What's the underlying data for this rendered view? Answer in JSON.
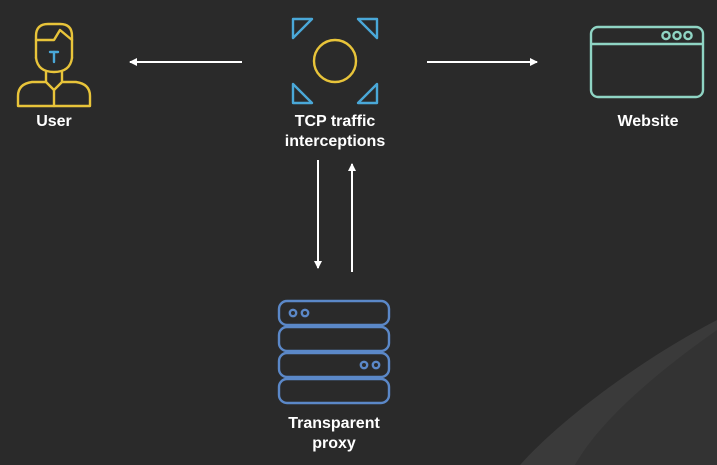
{
  "nodes": {
    "user": {
      "label": "User"
    },
    "tcp": {
      "label_line1": "TCP traffic",
      "label_line2": "interceptions"
    },
    "website": {
      "label": "Website"
    },
    "proxy": {
      "label_line1": "Transparent",
      "label_line2": "proxy"
    }
  },
  "colors": {
    "background": "#2a2a2a",
    "user_icon": "#e8c43a",
    "tcp_corner": "#4aa8d8",
    "tcp_circle": "#e8c43a",
    "website_icon": "#8fd4c4",
    "proxy_icon": "#5b88c8",
    "arrow": "#ffffff",
    "label": "#ffffff"
  },
  "icons": {
    "user": "person-icon",
    "tcp": "target-icon",
    "website": "browser-window-icon",
    "proxy": "server-stack-icon"
  }
}
